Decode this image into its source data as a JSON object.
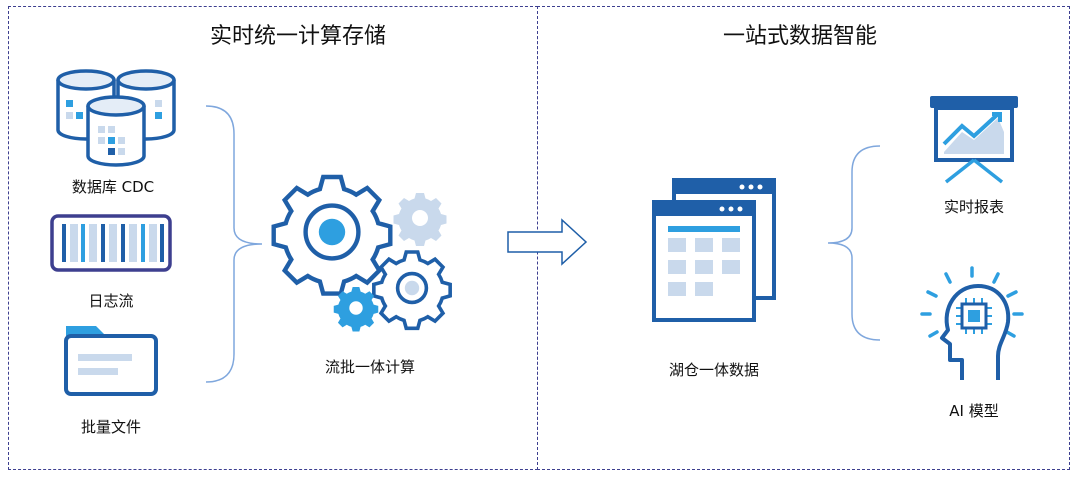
{
  "left_panel": {
    "title": "实时统一计算存储",
    "sources": [
      {
        "label": "数据库 CDC",
        "icon": "database-icon"
      },
      {
        "label": "日志流",
        "icon": "log-stream-icon"
      },
      {
        "label": "批量文件",
        "icon": "folder-icon"
      }
    ],
    "engine": {
      "label": "流批一体计算",
      "icon": "gears-icon"
    }
  },
  "arrow": {
    "icon": "right-arrow-icon"
  },
  "right_panel": {
    "title": "一站式数据智能",
    "storage": {
      "label": "湖仓一体数据",
      "icon": "data-windows-icon"
    },
    "outputs": [
      {
        "label": "实时报表",
        "icon": "presentation-chart-icon"
      },
      {
        "label": "AI 模型",
        "icon": "ai-head-icon"
      }
    ]
  },
  "colors": {
    "primary": "#1f5fa8",
    "accent": "#2e9fe0",
    "light": "#c9d9ec",
    "pale": "#e4edf7",
    "border": "#3d3f8f",
    "bracket": "#7fa7dd"
  }
}
